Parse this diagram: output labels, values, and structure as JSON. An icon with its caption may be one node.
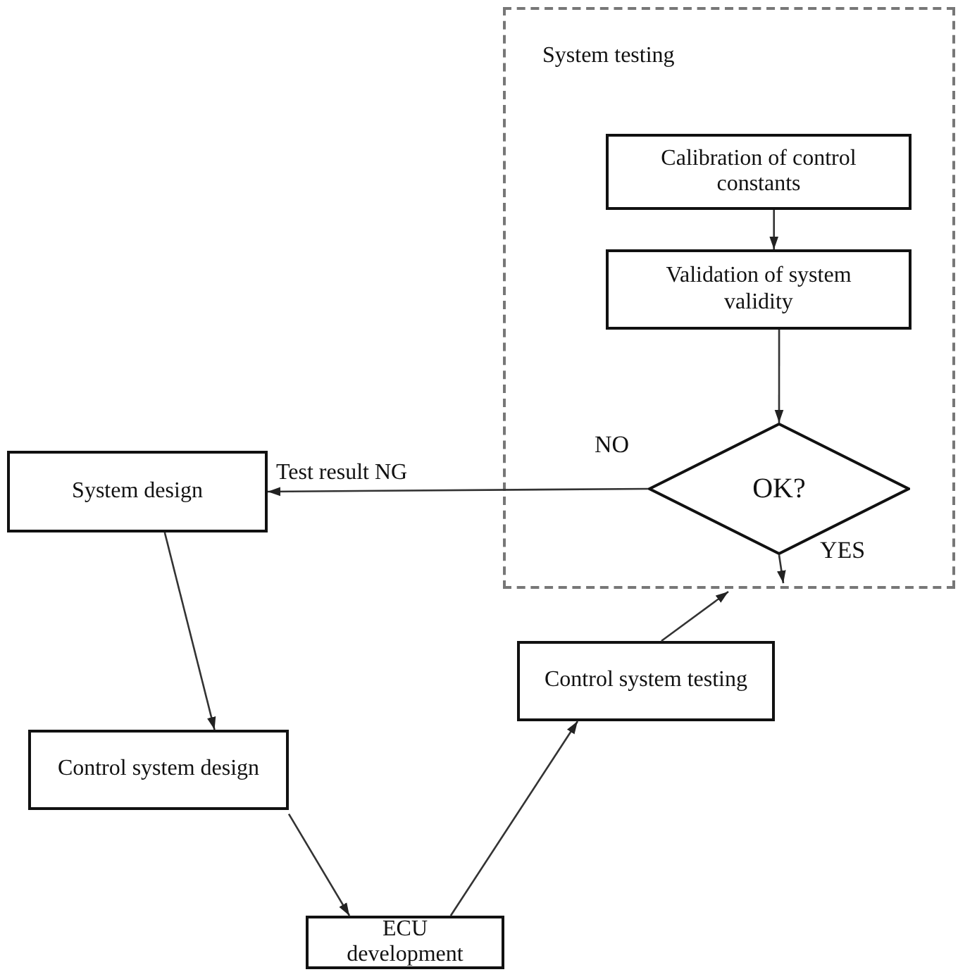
{
  "diagram": {
    "nodes": [
      {
        "text": [
          "System testing"
        ]
      },
      {
        "text": [
          "Calibration of control constants"
        ],
        "in": 0
      },
      {
        "text": [
          "Validation of system validity"
        ],
        "in": 0
      },
      {
        "text": [
          "OK?"
        ],
        "in": 0
      },
      {
        "text": [
          "System design"
        ]
      },
      {
        "text": [
          "Control system design"
        ]
      },
      {
        "text": [
          "ECU development"
        ]
      },
      {
        "text": [
          "Control system testing"
        ]
      }
    ],
    "edges": [
      {
        "from": 1,
        "to": 2,
        "arrow": "to"
      },
      {
        "from": 2,
        "to": 3,
        "arrow": "to"
      },
      {
        "from": 3,
        "to": 4,
        "arrow": "to",
        "label": "Test result NG"
      },
      {
        "from": 3,
        "to": null,
        "arrow": "to"
      },
      {
        "from": 4,
        "to": 5,
        "arrow": "to"
      },
      {
        "from": 5,
        "to": 6,
        "arrow": "to"
      },
      {
        "from": 6,
        "to": 7,
        "arrow": "to"
      },
      {
        "from": 7,
        "to": 0,
        "arrow": "to"
      }
    ],
    "labels": [
      "NO",
      "YES"
    ]
  }
}
